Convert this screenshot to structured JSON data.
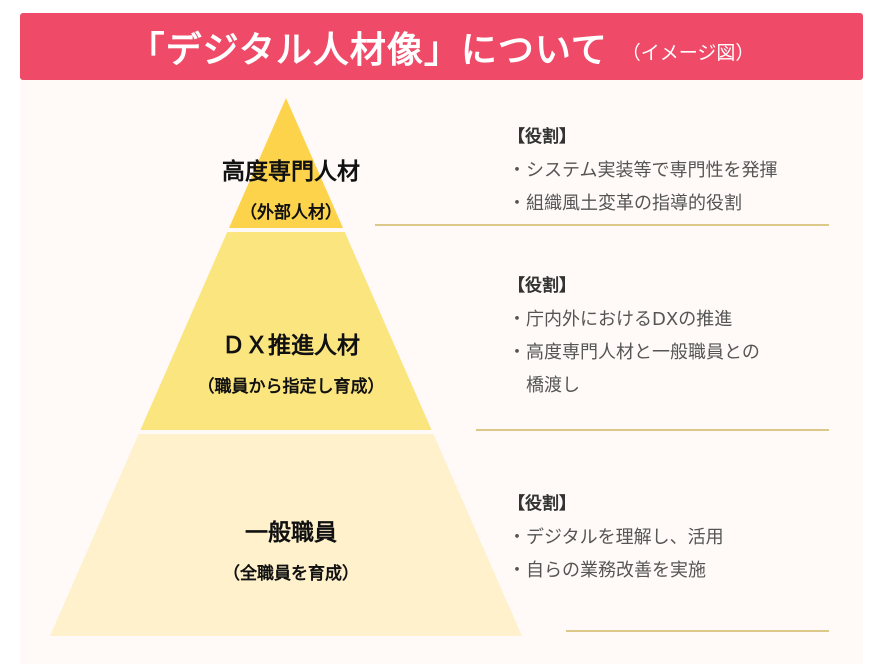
{
  "header": {
    "title": "「デジタル人材像」について",
    "subtitle": "（イメージ図）"
  },
  "colors": {
    "header": "#ef4b68",
    "tier_top": "#fdd34c",
    "tier_mid": "#fbe57f",
    "tier_bottom": "#fef1cc"
  },
  "tiers": [
    {
      "name": "高度専門人材",
      "sub": "（外部人材）",
      "role_heading": "【役割】",
      "roles": [
        "・システム実装等で専門性を発揮",
        "・組織風土変革の指導的役割"
      ]
    },
    {
      "name": "ＤＸ推進人材",
      "sub": "（職員から指定し育成）",
      "role_heading": "【役割】",
      "roles": [
        "・庁内外におけるDXの推進",
        "・高度専門人材と一般職員との",
        "　橋渡し"
      ]
    },
    {
      "name": "一般職員",
      "sub": "（全職員を育成）",
      "role_heading": "【役割】",
      "roles": [
        "・デジタルを理解し、活用",
        "・自らの業務改善を実施"
      ]
    }
  ]
}
